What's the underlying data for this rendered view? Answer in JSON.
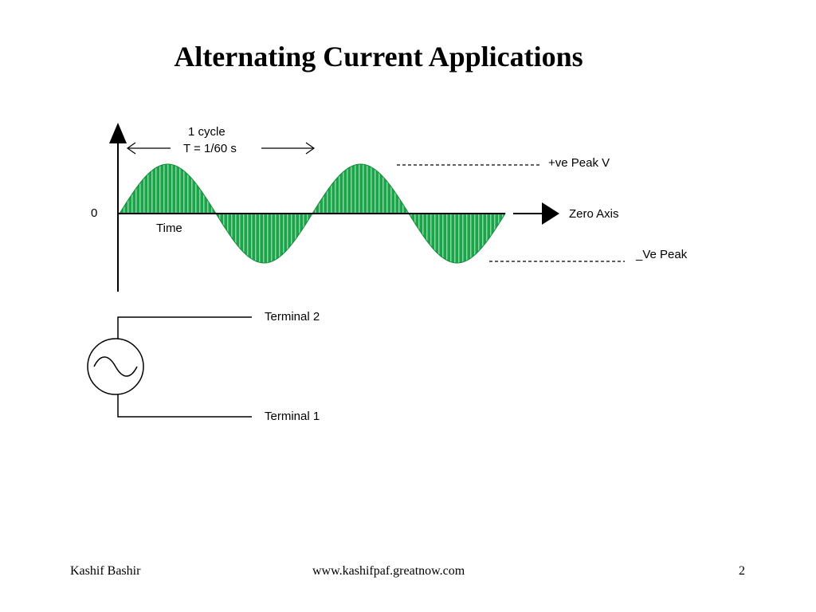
{
  "slide": {
    "title": "Alternating Current Applications"
  },
  "colors": {
    "wave_fill": "#1fa34a",
    "wave_stripe": "#7fd9a0",
    "line": "#000000"
  },
  "waveform": {
    "cycle_label": "1 cycle",
    "period_label": "T = 1/60 s",
    "zero_label": "0",
    "time_label": "Time",
    "zero_axis_label": "Zero Axis",
    "pos_peak_label": "+ve Peak V",
    "neg_peak_label": "_Ve Peak",
    "cycles_shown": 2
  },
  "source": {
    "symbol_icon": "ac-source-icon",
    "terminal_top_label": "Terminal 2",
    "terminal_bottom_label": "Terminal 1"
  },
  "footer": {
    "author": "Kashif Bashir",
    "url": "www.kashifpaf.greatnow.com",
    "page_number": "2"
  }
}
